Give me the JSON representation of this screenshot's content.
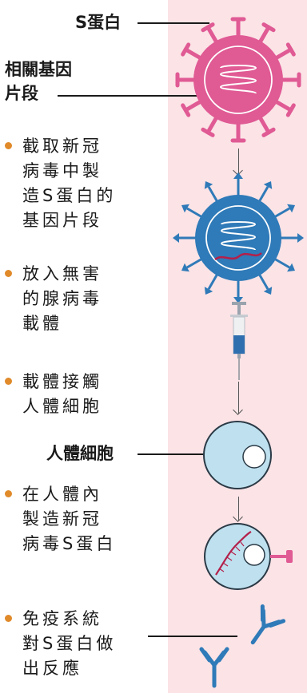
{
  "labels": {
    "s_protein": "S蛋白",
    "gene_line1": "相關基因",
    "gene_line2": "片段",
    "human_cell": "人體細胞"
  },
  "steps": [
    {
      "lines": [
        "截取新冠",
        "病毒中製",
        "造S蛋白的",
        "基因片段"
      ]
    },
    {
      "lines": [
        "放入無害",
        "的腺病毒",
        "載體"
      ]
    },
    {
      "lines": [
        "載體接觸",
        "人體細胞"
      ]
    },
    {
      "lines": [
        "在人體內",
        "製造新冠",
        "病毒S蛋白"
      ]
    },
    {
      "lines": [
        "免疫系統",
        "對S蛋白做",
        "出反應"
      ]
    }
  ],
  "colors": {
    "panel": "#fbe3e6",
    "virus_pink": "#e05a94",
    "vector_blue": "#2f7ab8",
    "cell_light": "#bfe1ef",
    "rna_red": "#b3204a",
    "bullet": "#e08a2a"
  },
  "icons": [
    "coronavirus-icon",
    "adenovirus-vector-icon",
    "syringe-icon",
    "human-cell-icon",
    "infected-cell-icon",
    "antibody-icon"
  ]
}
